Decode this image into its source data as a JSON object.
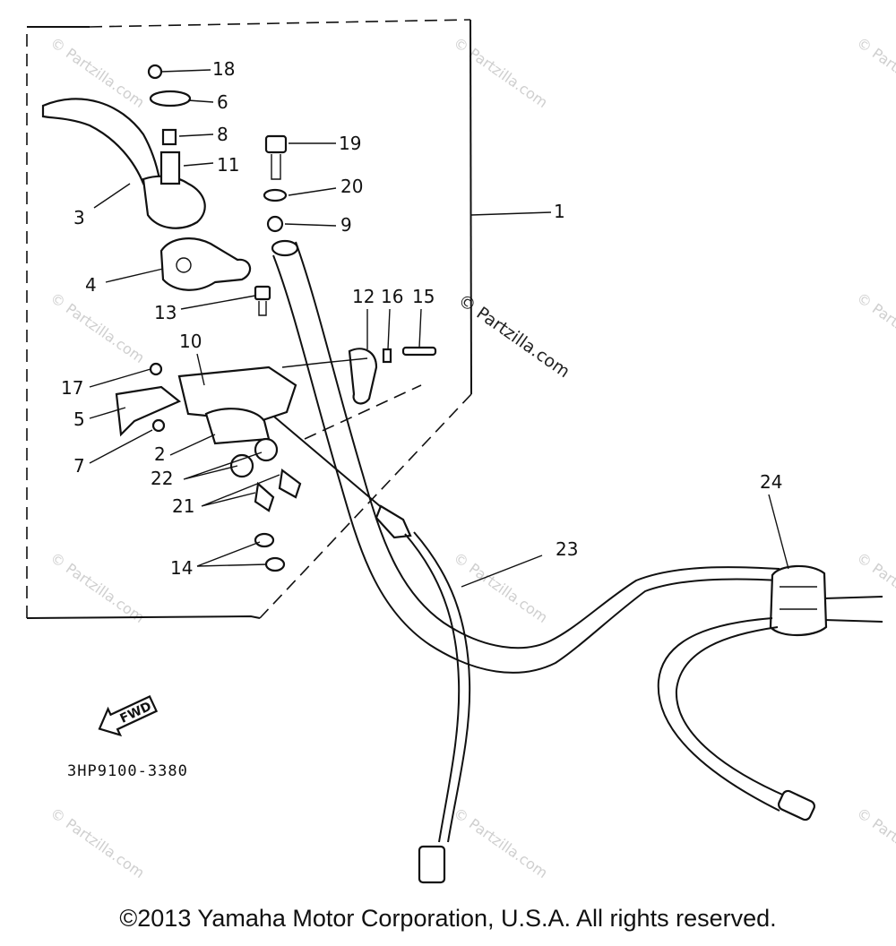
{
  "callouts": {
    "c1": "1",
    "c2": "2",
    "c3": "3",
    "c4": "4",
    "c5": "5",
    "c6": "6",
    "c7": "7",
    "c8": "8",
    "c9": "9",
    "c10": "10",
    "c11": "11",
    "c12": "12",
    "c13": "13",
    "c14": "14",
    "c15": "15",
    "c16": "16",
    "c17": "17",
    "c18": "18",
    "c19": "19",
    "c20": "20",
    "c21": "21",
    "c22": "22",
    "c23": "23",
    "c24": "24"
  },
  "watermark": "© Partzilla.com",
  "fwd_label": "FWD",
  "diagram_code": "3HP9100-3380",
  "copyright": "©2013 Yamaha Motor Corporation, U.S.A. All rights reserved."
}
